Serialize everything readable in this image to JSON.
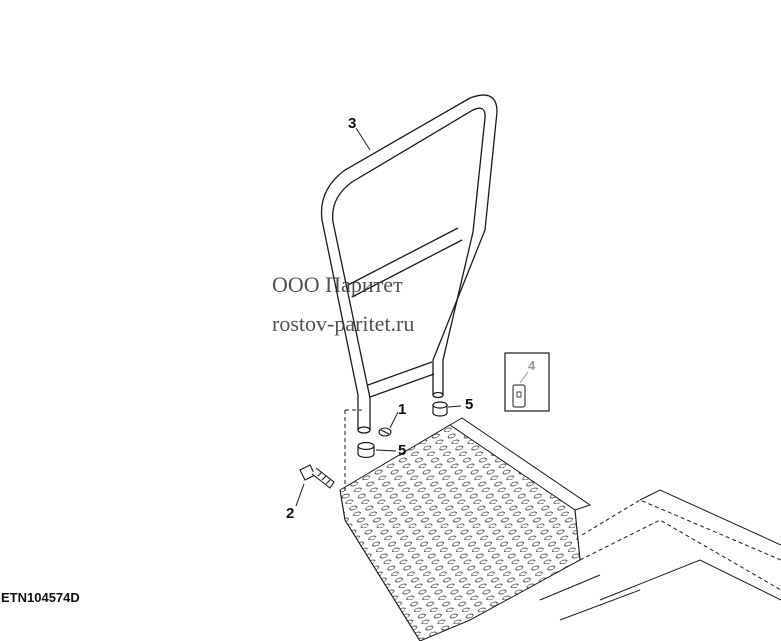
{
  "callouts": {
    "c1": "1",
    "c2": "2",
    "c3": "3",
    "c4": "4",
    "c5a": "5",
    "c5b": "5"
  },
  "watermark": {
    "line1": "ООО Паритет",
    "line2": "rostov-paritet.ru"
  },
  "figure_code": "ETN104574D",
  "colors": {
    "line": "#1a1a1a",
    "detail": "#7a7a7a",
    "inset_label": "#9a9a9a"
  }
}
